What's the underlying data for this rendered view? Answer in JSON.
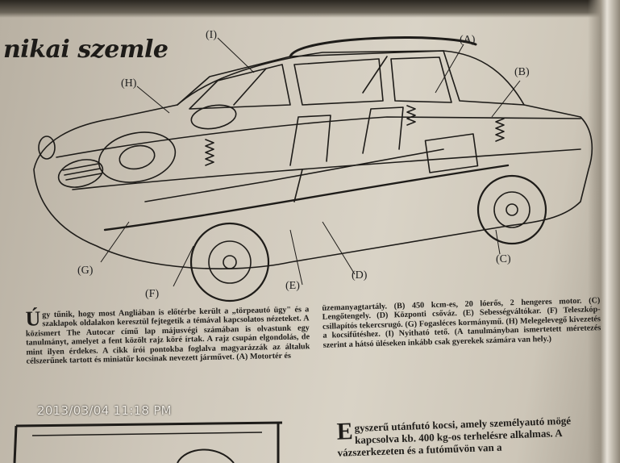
{
  "heading": "nikai szemle",
  "labels": {
    "I": "(I)",
    "A": "(A)",
    "H": "(H)",
    "B": "(B)",
    "G": "(G)",
    "F": "(F)",
    "E": "(E)",
    "D": "(D)",
    "C": "(C)"
  },
  "article": {
    "col1_dropcap": "Ú",
    "col1_text": "gy tűnik, hogy most Angliában is előtérbe került a „törpeautó ügy\" és a szaklapok oldalakon keresztül fejtegetik a témával kapcsolatos nézeteket. A közismert The Autocar című lap májusvégi számában is olvastunk egy tanulmányt, amelyet a fent közölt rajz köré írtak. A rajz csupán elgondolás, de mint ilyen érdekes. A cikk írói pontokba foglalva magyarázzák az általuk célszerűnek tartott és miniatűr kocsinak nevezett járművet. (A) Motortér és",
    "col2_text": "üzemanyagtartály. (B) 450 kcm-es, 20 lóerős, 2 hengeres motor. (C) Lengőtengely. (D) Központi csőváz. (E) Sebességváltókar. (F) Teleszkóp-csillapítós tekercsrugó. (G) Fogasléces kormánymű. (H) Melegelevegő kivezetés a kocsifűtéshez. (I) Nyitható tető. (A tanulmányban ismertetett méretezés szerint a hátsó üléseken inkább csak gyerekek számára van hely.)"
  },
  "timestamp": "2013/03/04  11:18  PM",
  "second_article": {
    "dropcap": "E",
    "text": "gyszerű utánfutó kocsi, amely személyautó mögé kapcsolva kb. 400 kg-os terhelésre alkalmas. A vázszerkezeten és a futóművön van a"
  }
}
